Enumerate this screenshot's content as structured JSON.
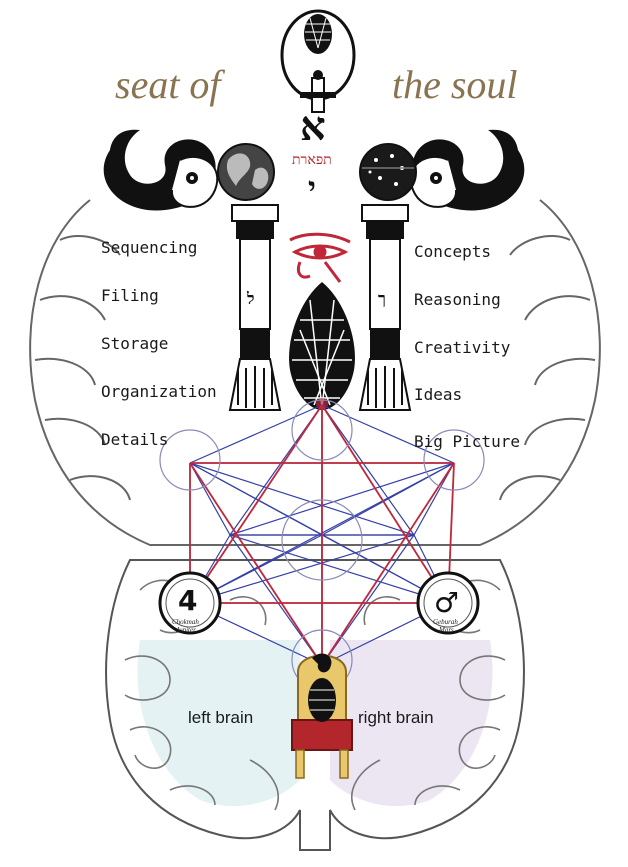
{
  "title": {
    "left": "seat of",
    "right": "the soul"
  },
  "hebrew": {
    "aleph": "א",
    "tiferet": "תפארת",
    "yod": "י",
    "shin_like": "ל"
  },
  "left_labels": [
    "Sequencing",
    "Filing",
    "Storage",
    "Organization",
    "Details"
  ],
  "right_labels": [
    "Concepts",
    "Reasoning",
    "Creativity",
    "Ideas",
    "Big Picture"
  ],
  "brain_labels": {
    "left": "left brain",
    "right": "right brain"
  },
  "planets": {
    "left_symbol": "4",
    "left_caption_1": "Chokmah",
    "left_caption_2": "Jupiter",
    "right_symbol": "♂",
    "right_caption_1": "Geburah",
    "right_caption_2": "Mars"
  },
  "pillar_glyphs": {
    "left": "ל",
    "right": "ך"
  },
  "colors": {
    "title": "#8a7350",
    "red_lines": "#c0283a",
    "blue_lines": "#3540a8",
    "eye_red": "#c0283a",
    "left_hemisphere_tint": "#dff0f2",
    "right_hemisphere_tint": "#e9e1f0",
    "throne_gold": "#e8c86a",
    "throne_red": "#b3262b"
  },
  "icons": [
    "pinecone-icon",
    "ankh-figure-icon",
    "yin-yang-icon",
    "globe-icon",
    "star-globe-icon",
    "eye-of-horus-icon",
    "pillar-icon",
    "jupiter-symbol-icon",
    "mars-symbol-icon",
    "throne-icon"
  ]
}
